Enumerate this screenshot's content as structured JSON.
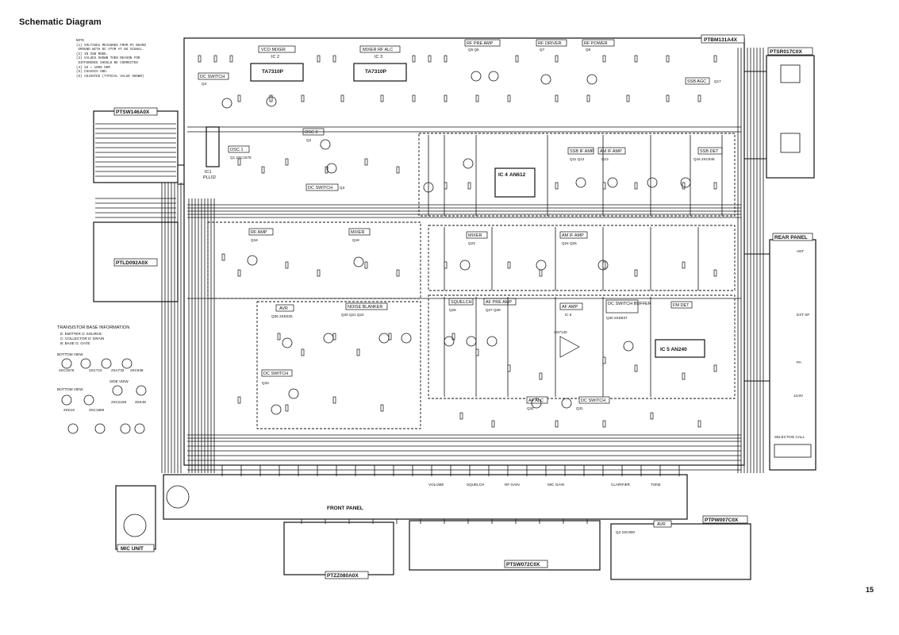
{
  "page": {
    "title": "Schematic Diagram",
    "number": "15"
  },
  "notes": "NOTE\n(1) VOLTAGES MEASURED FROM PC BOARD\n GROUND WITH DC VTVM AT NO SIGNAL.\n(2) IN SSB MODE.\n(3) VALUES SHOWN THEN REASON FOR\n DIFFERENCE SHOULD BE CORRECTED\n(4) 1K = 1000 OHM\n(5) CHASSIS GND.\n(6) ADJUSTED (TYPICAL VALUE SHOWN)",
  "boards": {
    "main": "PTBM131A4X",
    "sw": "PTSW146A0X",
    "ld": "PTLD092A0X",
    "sr": "PTSR017C0X",
    "sw2": "PTSW072C0X",
    "zd": "PTZZ080A0X",
    "pw": "PTPW007C0X"
  },
  "blocks": [
    {
      "id": "vco-mixer",
      "label": "VCO MIXER",
      "sub": "IC 2"
    },
    {
      "id": "mixer-rfalc",
      "label": "MIXER RF ALC",
      "sub": "IC 3"
    },
    {
      "id": "rf-pre-amp",
      "label": "RF PRE AMP",
      "sub": "Q5 Q6"
    },
    {
      "id": "rf-driver",
      "label": "RF DRIVER",
      "sub": "Q7"
    },
    {
      "id": "rf-power",
      "label": "RF POWER",
      "sub": "Q8"
    },
    {
      "id": "dc-switch-q4",
      "label": "DC SWITCH",
      "sub": "Q4"
    },
    {
      "id": "osc1",
      "label": "OSC 1",
      "sub": "Q1 2SC1675"
    },
    {
      "id": "osc2",
      "label": "OSC 2",
      "sub": "Q2"
    },
    {
      "id": "dc-switch-q3",
      "label": "DC SWITCH",
      "sub": "Q3"
    },
    {
      "id": "pll",
      "label": "IC1",
      "sub": "PLL02"
    },
    {
      "id": "ssb-agc",
      "label": "SSB AGC",
      "sub": "Q17"
    },
    {
      "id": "ic4",
      "label": "IC 4",
      "sub": "AN612"
    },
    {
      "id": "ssb-if-amp",
      "label": "SSB IF AMP",
      "sub": "Q11 Q12"
    },
    {
      "id": "am-if-amp",
      "label": "AM IF AMP",
      "sub": "Q13"
    },
    {
      "id": "ssb-det",
      "label": "SSB DET",
      "sub": "Q16 2SC945"
    },
    {
      "id": "rf-amp",
      "label": "RF AMP",
      "sub": "Q18"
    },
    {
      "id": "mixer2",
      "label": "MIXER",
      "sub": "Q19"
    },
    {
      "id": "mixer3",
      "label": "MIXER",
      "sub": "Q23"
    },
    {
      "id": "am-if-amp2",
      "label": "AM IF AMP",
      "sub": "Q24 Q25"
    },
    {
      "id": "avr",
      "label": "AVR",
      "sub": "Q36 2SD325"
    },
    {
      "id": "noise-blanker",
      "label": "NOISE BLANKER",
      "sub": "Q20 Q21 Q22"
    },
    {
      "id": "squelch",
      "label": "SQUELCH",
      "sub": "Q26"
    },
    {
      "id": "af-pre-amp",
      "label": "AF PRE AMP",
      "sub": "Q27 Q28"
    },
    {
      "id": "af-amp",
      "label": "AF AMP",
      "sub": "IC 6"
    },
    {
      "id": "dc-switch-buffer",
      "label": "DC SWITCH BUFFER",
      "sub": "Q30 2SD837"
    },
    {
      "id": "fm-det",
      "label": "FM DET",
      "sub": "IC 5 AN240"
    },
    {
      "id": "dc-switch-q33",
      "label": "DC SWITCH",
      "sub": "Q33"
    },
    {
      "id": "af-alc",
      "label": "AF ALC",
      "sub": "Q32"
    },
    {
      "id": "dc-switch-q31",
      "label": "DC SWITCH",
      "sub": "Q31"
    },
    {
      "id": "avr2",
      "label": "AVR",
      "sub": "Q2 2SC900"
    }
  ],
  "ics": [
    {
      "id": "ic2",
      "label": "TA7310P"
    },
    {
      "id": "ic3",
      "label": "TA7310P"
    },
    {
      "id": "ic6",
      "label": "AN7140"
    }
  ],
  "panels": {
    "rear": "REAR PANEL",
    "front": "FRONT PANEL",
    "mic": "MIC UNIT",
    "selective": "SELECTIVE CALL"
  },
  "transistor_info": {
    "title": "TRANSISTOR BASE INFORMATION",
    "legend": [
      "E: EMITTER  S: SOURCE",
      "C: COLLECTOR  D: DRAIN",
      "B: BASE  G: GATE"
    ],
    "types": [
      "2SC1675",
      "2SC710",
      "2SA733",
      "2SC945",
      "2SK19",
      "2SC1969",
      "2SC2166",
      "3SK48"
    ],
    "bottom_view": "BOTTOM VIEW",
    "side_view": "SIDE VIEW"
  },
  "rear_jacks": [
    "ANT",
    "EXT SP",
    "PA",
    "13.8V",
    "SELECTIVE"
  ],
  "front_controls": [
    "VOLUME",
    "SQUELCH",
    "RF GAIN",
    "MIC GAIN",
    "CLARIFIER",
    "TONE"
  ]
}
